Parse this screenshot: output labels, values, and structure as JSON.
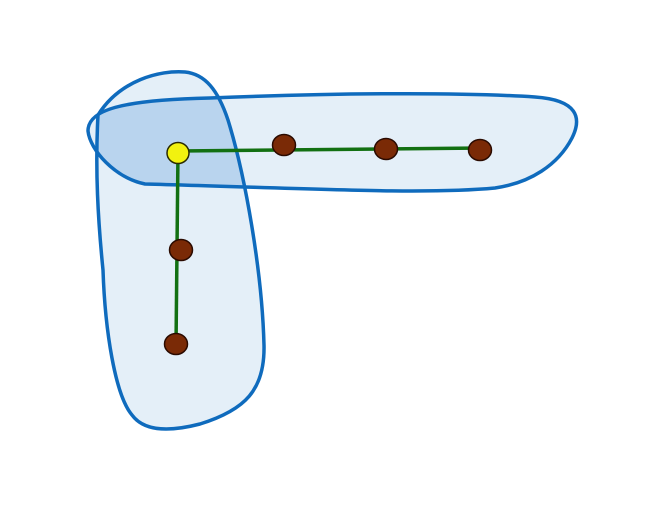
{
  "colors": {
    "background": "#ffffff",
    "blob_fill": "#e4eff8",
    "blob_overlap_fill": "#b9d4ee",
    "blob_stroke": "#0f6bbd",
    "edge": "#127012",
    "node_fill": "#7a2a06",
    "node_stroke": "#2a0a00",
    "root_fill": "#f2f20f",
    "root_stroke": "#2a2a00"
  },
  "diagram": {
    "regions": [
      "horizontal-region",
      "vertical-region"
    ],
    "root_node": "hub",
    "nodes": [
      "hub",
      "h1",
      "h2",
      "h3",
      "v1",
      "v2"
    ],
    "edges": [
      [
        "hub",
        "h1"
      ],
      [
        "h1",
        "h2"
      ],
      [
        "h2",
        "h3"
      ],
      [
        "hub",
        "v1"
      ],
      [
        "v1",
        "v2"
      ]
    ]
  }
}
